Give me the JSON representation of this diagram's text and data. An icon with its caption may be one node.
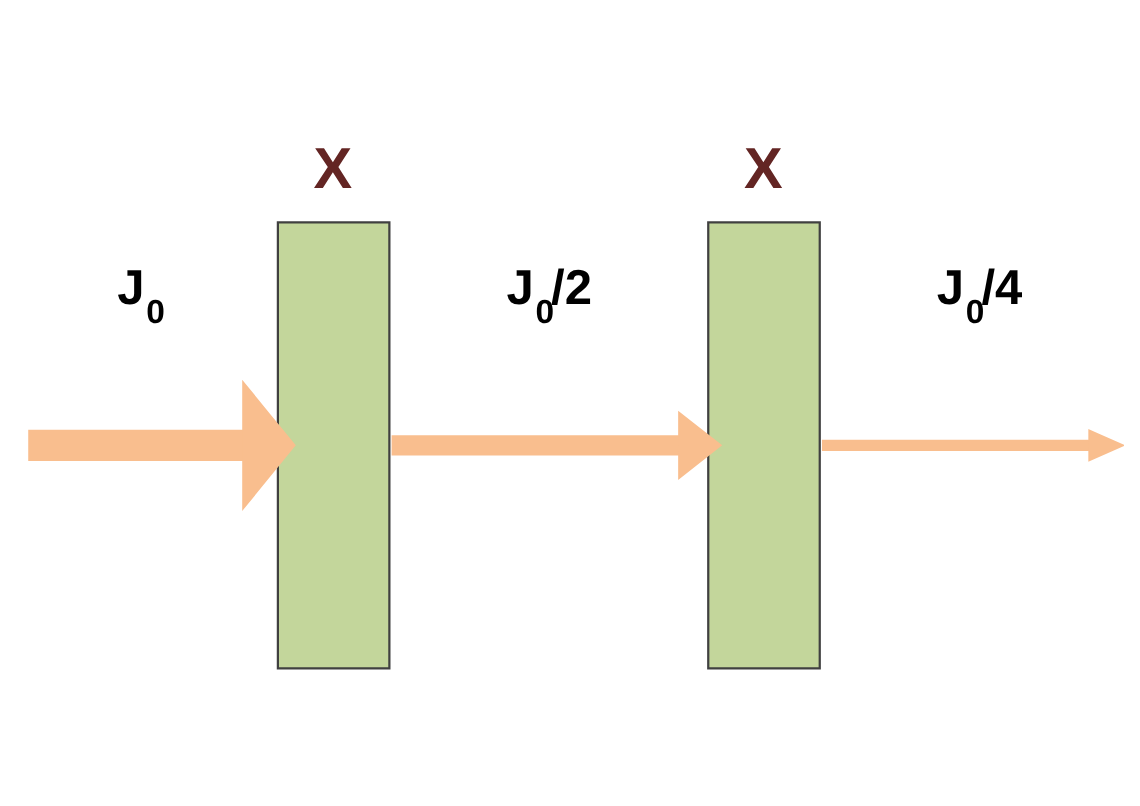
{
  "diagram": {
    "nodes": [
      {
        "text": [
          "X"
        ]
      },
      {
        "text": [
          "X"
        ]
      }
    ],
    "edges": [
      {
        "from": null,
        "to": 0,
        "arrow": "to",
        "label": "J$_{0}$"
      },
      {
        "from": 0,
        "to": 1,
        "arrow": "to",
        "label": "J$_{0}$/2"
      },
      {
        "from": 1,
        "to": null,
        "arrow": "to",
        "label": "J$_{0}$/4"
      }
    ]
  }
}
